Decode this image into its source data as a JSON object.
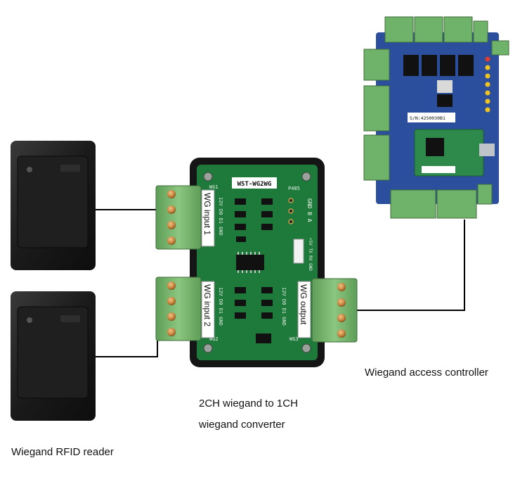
{
  "labels": {
    "reader": "Wiegand RFID reader",
    "converter_line1": "2CH wiegand to 1CH",
    "converter_line2": "wiegand converter",
    "controller": "Wiegand access controller"
  },
  "converter_board": {
    "model": "WST-WG2WG",
    "input1": "WG input 1",
    "input2": "WG input 2",
    "output": "WG output",
    "port_p485": "P485",
    "port_wg1": "WG1",
    "port_wg2": "WG2",
    "port_wg3": "WG3",
    "pins_485": "GND B A",
    "pins_uart": "+5V TX RX GND",
    "pins_input1": "12V D0 D1 GND",
    "pins_input2": "12V D0 D1 GND",
    "pins_output": "12V D0 D1 GND"
  },
  "controller_board": {
    "serial_label": "S/N:4250030B1"
  },
  "colors": {
    "wire": "#000000",
    "pcb_green": "#1e7a3a",
    "controller_blue": "#2b4f9c",
    "terminal_green": "#6fb36a",
    "reader_body": "#1c1c1c"
  }
}
